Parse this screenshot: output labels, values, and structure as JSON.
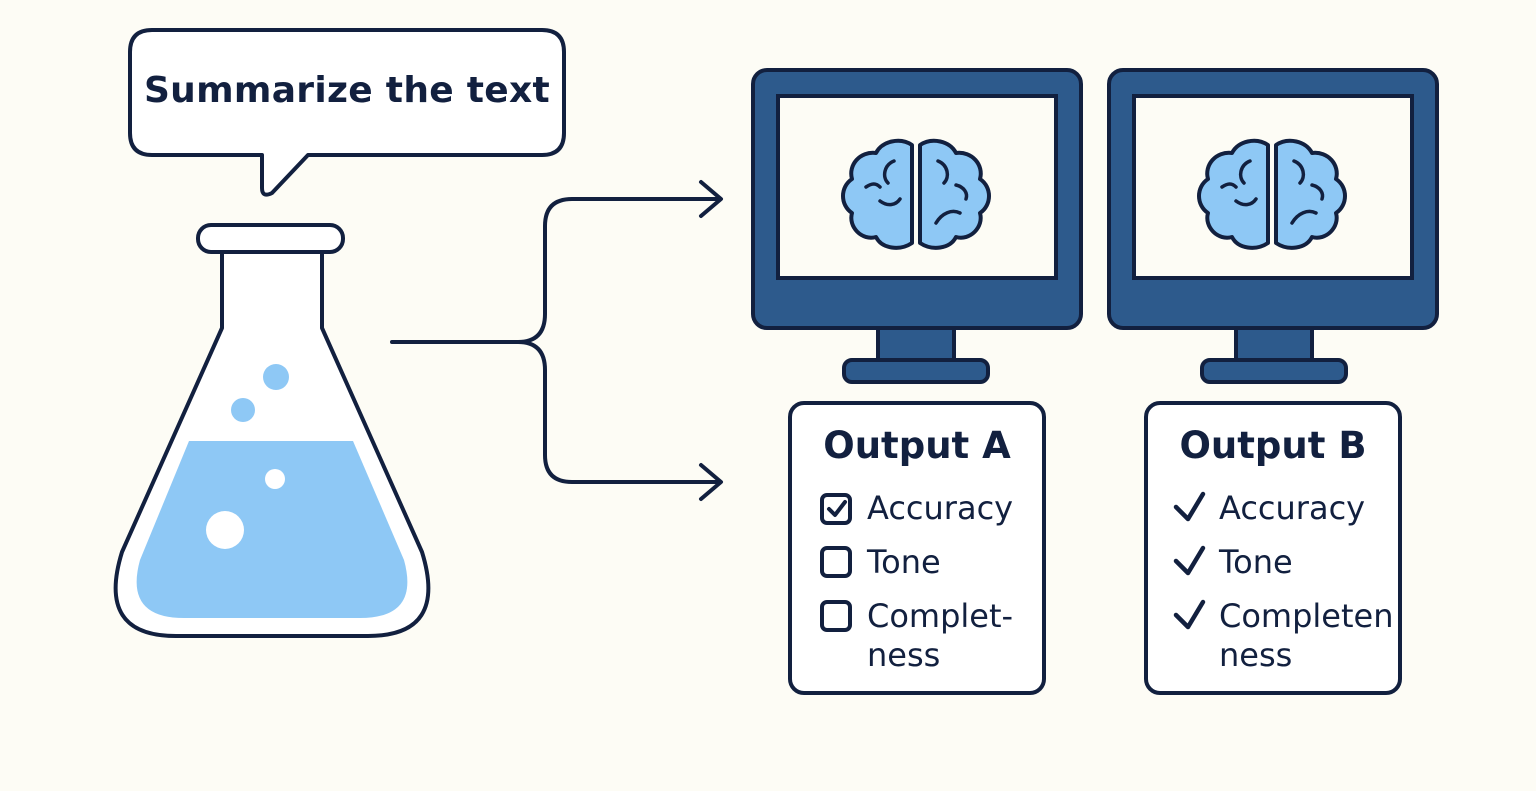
{
  "prompt": {
    "text": "Summarize the text"
  },
  "outputs": [
    {
      "title": "Output A",
      "marker_style": "checkbox",
      "criteria": [
        {
          "label": "Accuracy",
          "checked": true
        },
        {
          "label": "Tone",
          "checked": false
        },
        {
          "label": "Complet-\nness",
          "checked": false
        }
      ]
    },
    {
      "title": "Output B",
      "marker_style": "checkmark",
      "criteria": [
        {
          "label": "Accuracy",
          "checked": true
        },
        {
          "label": "Tone",
          "checked": true
        },
        {
          "label": "Completen\nness",
          "checked": true
        }
      ]
    }
  ],
  "colors": {
    "background": "#fdfcf5",
    "outline": "#12203f",
    "monitor": "#2d5a8c",
    "liquid": "#8ec8f5",
    "screen": "#fdfcf5"
  },
  "icons": [
    "speech-bubble-icon",
    "flask-icon",
    "branch-arrow-icon",
    "monitor-icon",
    "brain-icon",
    "checkbox-icon",
    "checkmark-icon"
  ]
}
